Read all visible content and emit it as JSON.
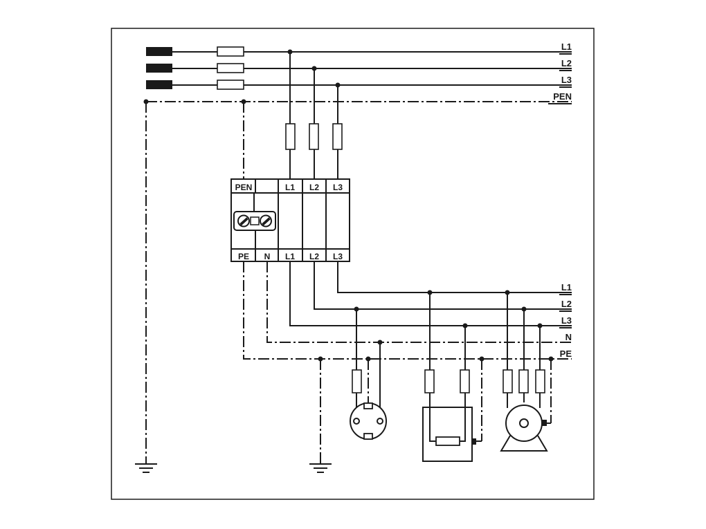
{
  "supply_lines": {
    "l1": "L1",
    "l2": "L2",
    "l3": "L3",
    "pen": "PEN"
  },
  "spd_device": {
    "top_terminals": [
      "PEN",
      "",
      "L1",
      "L2",
      "L3"
    ],
    "bottom_terminals": [
      "PE",
      "N",
      "L1",
      "L2",
      "L3"
    ]
  },
  "distribution_lines": {
    "l1": "L1",
    "l2": "L2",
    "l3": "L3",
    "n": "N",
    "pe": "PE"
  },
  "loads": {
    "socket": "socket-outlet-icon",
    "heater": "heater-appliance-icon",
    "motor": "three-phase-motor-icon"
  },
  "colors": {
    "line": "#1a1a1a",
    "background": "#ffffff"
  }
}
